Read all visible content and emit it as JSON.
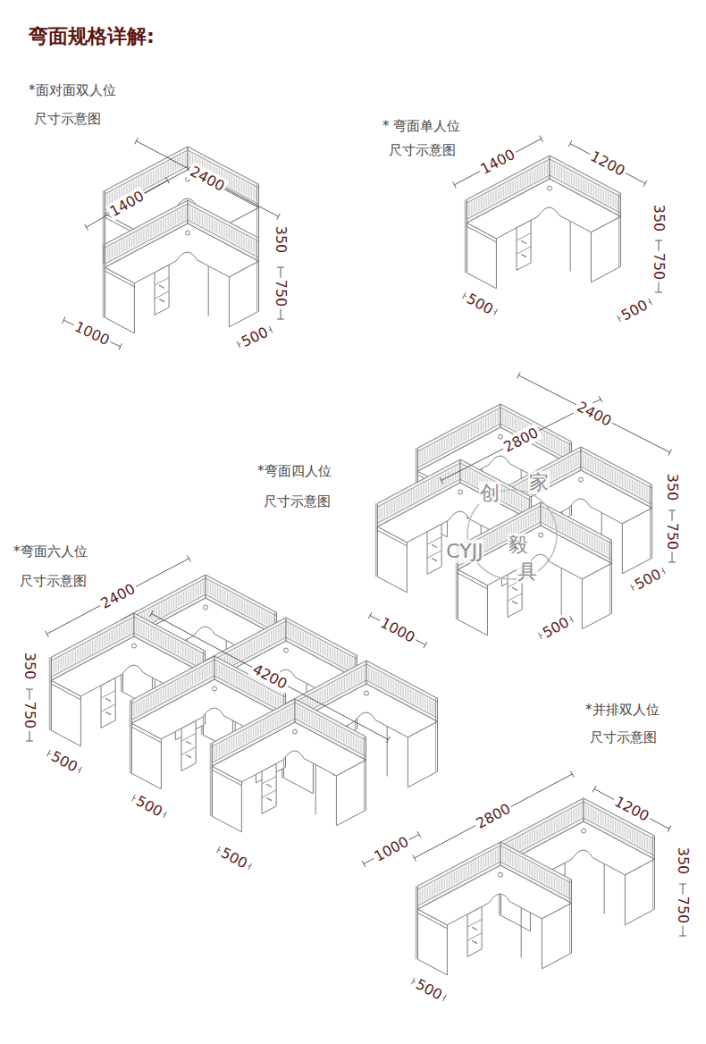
{
  "diagram": {
    "title": "弯面规格详解:",
    "labels": [
      "*面对面双人位",
      "尺寸示意图",
      "2400",
      "1400",
      "350",
      "750",
      "1000",
      "500",
      "* 弯面单人位",
      "尺寸示意图",
      "1400",
      "1200",
      "350",
      "750",
      "500",
      "500",
      "*弯面四人位",
      "尺寸示意图",
      "2400",
      "2800",
      "350",
      "750",
      "500",
      "1000",
      "500",
      "*弯面六人位",
      "尺寸示意图",
      "2400",
      "4200",
      "350",
      "750",
      "500",
      "500",
      "500",
      "1000",
      "*并排双人位",
      "尺寸示意图",
      "2800",
      "1200",
      "350",
      "750",
      "500",
      "创",
      "家",
      "CYJJ",
      "毅",
      "具"
    ]
  }
}
